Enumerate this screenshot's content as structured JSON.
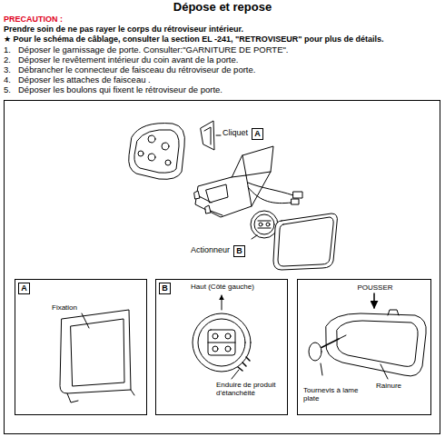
{
  "diagram": {
    "title": "Dépose et repose",
    "nodes": [
      {
        "text": [
          "A"
        ]
      },
      {
        "text": [
          "B"
        ]
      },
      {
        "text": [
          "Fixation"
        ]
      },
      {
        "text": [
          "A"
        ],
        "in": 2
      },
      {
        "text": [
          "Haut (Côté gauche)",
          "Enduire de produit d'étanchéité"
        ]
      },
      {
        "text": [
          "B"
        ],
        "in": 4
      },
      {
        "text": [
          "POUSSER",
          "Tournevis à lame plate",
          "Rainure"
        ]
      }
    ],
    "labels": [
      "PRECAUTION :",
      "Prendre soin de ne pas rayer le corps du rétroviseur intérieur.",
      "★ Pour le schéma de câblage, consulter la section EL -241, \"RETROVISEUR\" pour plus de détails.",
      "1.",
      "Déposer le garnissage de porte. Consulter:\"GARNITURE DE PORTE\".",
      "2.",
      "Déposer le revêtement intérieur du coin avant de la porte.",
      "3.",
      "Débrancher le connecteur de faisceau du rétroviseur de porte.",
      "4.",
      "Déposer les attaches de faisceau .",
      "5.",
      "Déposer les boulons qui fixent le rétroviseur de porte.",
      "Cliquet",
      "Actionneur"
    ]
  }
}
